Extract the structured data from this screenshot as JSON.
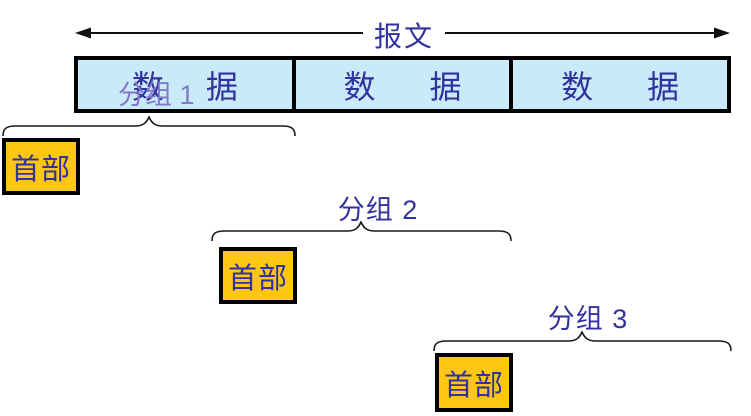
{
  "colors": {
    "cell_fill": "#C9EAF9",
    "header_fill": "#FFC613",
    "text_blue": "#32329E",
    "overlay_purple": "#8678C8",
    "line_black": "#111111"
  },
  "arrow": {
    "label": "报文"
  },
  "message_bar": {
    "cells": [
      {
        "left_char": "数",
        "right_char": "据"
      },
      {
        "left_char": "数",
        "right_char": "据"
      },
      {
        "left_char": "数",
        "right_char": "据"
      }
    ]
  },
  "packets": [
    {
      "label": "分组 1",
      "header": "首部"
    },
    {
      "label": "分组 2",
      "header": "首部"
    },
    {
      "label": "分组 3",
      "header": "首部"
    }
  ]
}
